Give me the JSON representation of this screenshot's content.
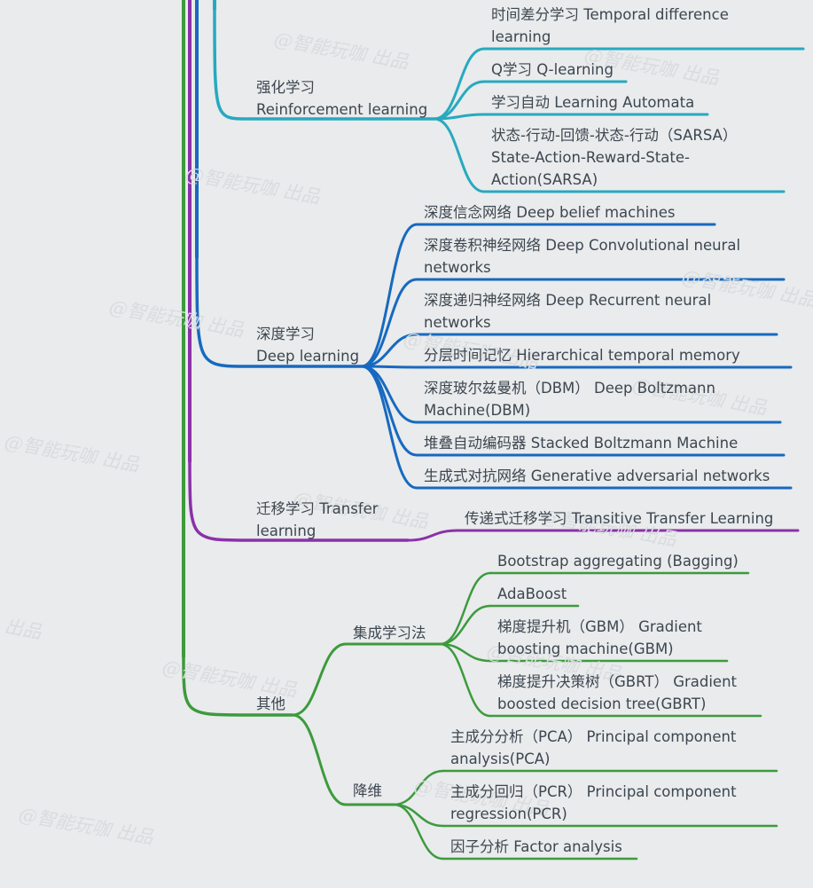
{
  "watermark": "@智能玩咖 出品",
  "watermark_tail": "出品",
  "colors": {
    "background": "#e9ebec",
    "text": "#3d4650",
    "reinforcement": "#27a9bf",
    "deep": "#1769c0",
    "transfer": "#8b31a8",
    "other": "#3d9a3d"
  },
  "branches": [
    {
      "id": "reinforcement",
      "label": "强化学习\nReinforcement learning",
      "color": "reinforcement",
      "children": [
        {
          "id": "td",
          "label": "时间差分学习 Temporal difference\nlearning"
        },
        {
          "id": "ql",
          "label": "Q学习 Q-learning"
        },
        {
          "id": "la",
          "label": "学习自动 Learning Automata"
        },
        {
          "id": "sarsa",
          "label": "状态-行动-回馈-状态-行动（SARSA）\nState-Action-Reward-State-\nAction(SARSA)"
        }
      ]
    },
    {
      "id": "deep",
      "label": "深度学习\nDeep learning",
      "color": "deep",
      "children": [
        {
          "id": "dbm1",
          "label": "深度信念网络 Deep belief machines"
        },
        {
          "id": "cnn",
          "label": "深度卷积神经网络 Deep Convolutional neural\nnetworks"
        },
        {
          "id": "rnn",
          "label": "深度递归神经网络 Deep Recurrent neural\nnetworks"
        },
        {
          "id": "htm",
          "label": "分层时间记忆 Hierarchical temporal memory"
        },
        {
          "id": "dbm2",
          "label": "深度玻尔兹曼机（DBM） Deep Boltzmann\nMachine(DBM)"
        },
        {
          "id": "sbm",
          "label": "堆叠自动编码器 Stacked Boltzmann Machine"
        },
        {
          "id": "gan",
          "label": "生成式对抗网络 Generative adversarial networks"
        }
      ]
    },
    {
      "id": "transfer",
      "label": "迁移学习 Transfer\nlearning",
      "color": "transfer",
      "children": [
        {
          "id": "ttl",
          "label": "传递式迁移学习 Transitive Transfer Learning"
        }
      ]
    },
    {
      "id": "other",
      "label": "其他",
      "color": "other",
      "children": [
        {
          "id": "ensemble",
          "label": "集成学习法",
          "children": [
            {
              "id": "bagging",
              "label": "Bootstrap aggregating (Bagging)"
            },
            {
              "id": "adaboost",
              "label": "AdaBoost"
            },
            {
              "id": "gbm",
              "label": "梯度提升机（GBM） Gradient\nboosting machine(GBM)"
            },
            {
              "id": "gbrt",
              "label": "梯度提升决策树（GBRT） Gradient\nboosted decision tree(GBRT)"
            }
          ]
        },
        {
          "id": "dimred",
          "label": "降维",
          "children": [
            {
              "id": "pca",
              "label": "主成分分析（PCA） Principal component\nanalysis(PCA)"
            },
            {
              "id": "pcr",
              "label": "主成分回归（PCR） Principal component\nregression(PCR)"
            },
            {
              "id": "fa",
              "label": "因子分析 Factor analysis"
            }
          ]
        }
      ]
    }
  ]
}
